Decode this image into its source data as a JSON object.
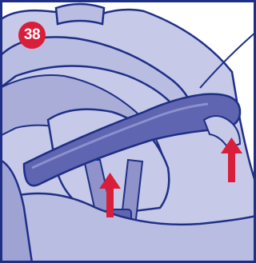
{
  "step": {
    "number": "38"
  },
  "colors": {
    "outline": "#1f2f86",
    "seat_fill": "#c6c9e7",
    "seat_shadow": "#a9add8",
    "arm_fill": "#5f65b0",
    "badge": "#d81e3a",
    "arrow": "#d81e3a"
  },
  "icons": {
    "step_badge": "numbered-step-circle",
    "arrows": [
      "up-arrow-left",
      "up-arrow-right"
    ]
  }
}
